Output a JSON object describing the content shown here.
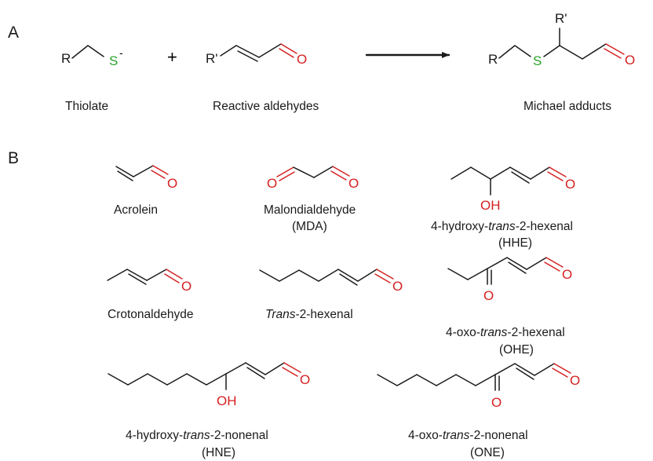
{
  "panels": {
    "a": "A",
    "b": "B"
  },
  "atoms": {
    "r": "R",
    "r_prime": "R'",
    "s": "S",
    "charge": "-",
    "o": "O",
    "oh": "OH",
    "plus": "+"
  },
  "reaction": {
    "thiolate": "Thiolate",
    "reactive_aldehydes": "Reactive aldehydes",
    "michael_adducts": "Michael adducts"
  },
  "compounds": {
    "acrolein": {
      "name": "Acrolein"
    },
    "malondialdehyde": {
      "name": "Malondialdehyde",
      "abbr": "(MDA)"
    },
    "hhe": {
      "pre": "4-hydroxy-",
      "italic": "trans",
      "post": "-2-hexenal",
      "abbr": "(HHE)"
    },
    "crotonaldehyde": {
      "name": "Crotonaldehyde"
    },
    "trans_hexenal": {
      "italic": "Trans",
      "post": "-2-hexenal"
    },
    "ohe": {
      "pre": "4-oxo-",
      "italic": "trans",
      "post": "-2-hexenal",
      "abbr": "(OHE)"
    },
    "hne": {
      "pre": "4-hydroxy-",
      "italic": "trans",
      "post": "-2-nonenal",
      "abbr": "(HNE)"
    },
    "one": {
      "pre": "4-oxo-",
      "italic": "trans",
      "post": "-2-nonenal",
      "abbr": "(ONE)"
    }
  },
  "colors": {
    "oxygen": "#d42020",
    "sulfur": "#29a329",
    "bond": "#1a1a1a"
  }
}
